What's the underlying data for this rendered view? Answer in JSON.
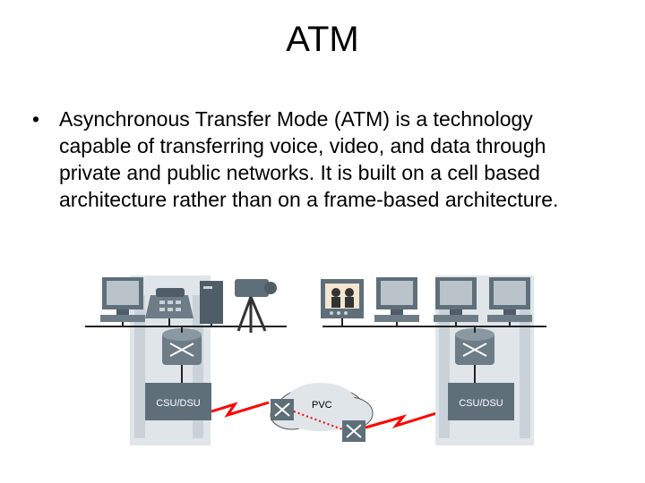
{
  "slide": {
    "title": "ATM",
    "bullet_symbol": "•",
    "bullet_text": "Asynchronous Transfer Mode (ATM) is a technology capable of transferring voice, video, and data through private and public networks. It is built on a cell based architecture rather than on a frame-based architecture."
  },
  "diagram": {
    "left_csu_label": "CSU/DSU",
    "right_csu_label": "CSU/DSU",
    "cloud_label": "PVC",
    "link_color": "#ff0000",
    "device_color": "#5f6f7a"
  }
}
